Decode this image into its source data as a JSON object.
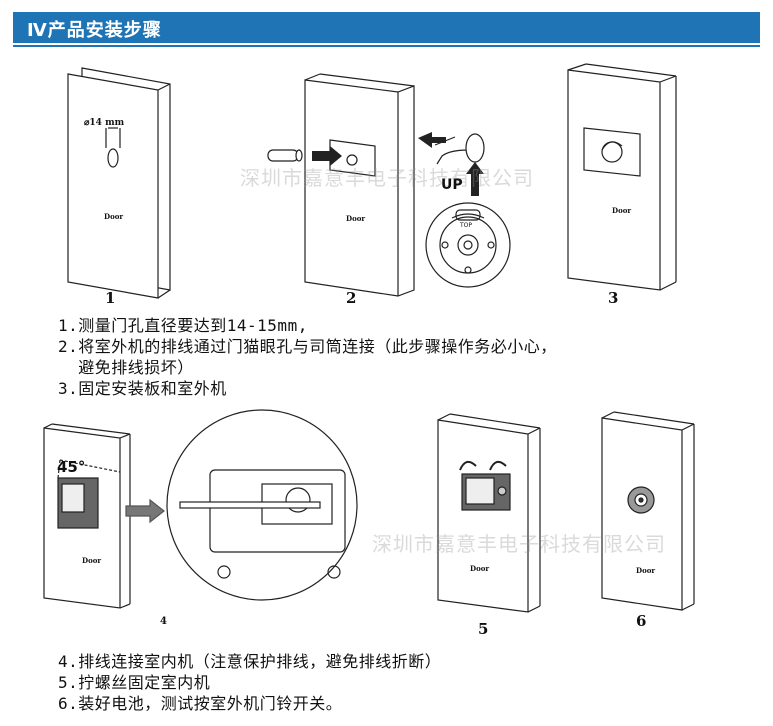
{
  "header": {
    "title": "Ⅳ产品安装步骤"
  },
  "figures": {
    "fig1": {
      "number": "1",
      "door_label": "Door",
      "hole_label": "⌀14 mm"
    },
    "fig2": {
      "number": "2",
      "door_label": "Door",
      "up_label": "UP",
      "top_label": "TOP"
    },
    "fig3": {
      "number": "3",
      "door_label": "Door"
    },
    "fig4": {
      "number": "4",
      "door_label": "Door",
      "angle_label": "45°"
    },
    "fig5": {
      "number": "5",
      "door_label": "Door"
    },
    "fig6": {
      "number": "6",
      "door_label": "Door"
    }
  },
  "steps_a": {
    "line1": "1.测量门孔直径要达到14-15mm,",
    "line2": "2.将室外机的排线通过门猫眼孔与司筒连接（此步骤操作务必小心，",
    "line3": "  避免排线损坏）",
    "line4": "3.固定安装板和室外机"
  },
  "steps_b": {
    "line1": "4.排线连接室内机（注意保护排线，避免排线折断）",
    "line2": "5.拧螺丝固定室内机",
    "line3": "6.装好电池，测试按室外机门铃开关。"
  },
  "watermarks": {
    "top": "深圳市嘉意丰电子科技有限公司",
    "bottom": "深圳市嘉意丰电子科技有限公司"
  }
}
